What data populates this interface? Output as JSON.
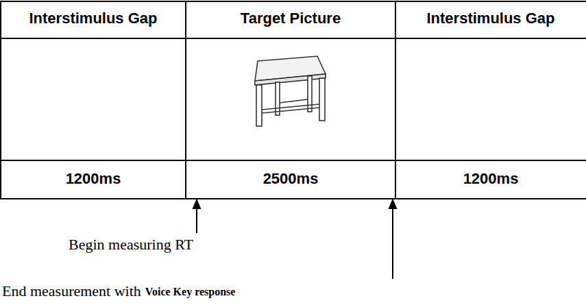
{
  "diagram": {
    "labels": [
      "Interstimulus Gap",
      "Target Picture",
      "Interstimulus Gap",
      "1200ms",
      "2500ms",
      "1200ms",
      "Begin measuring RT",
      "End measurement with",
      "Voice Key response"
    ]
  }
}
